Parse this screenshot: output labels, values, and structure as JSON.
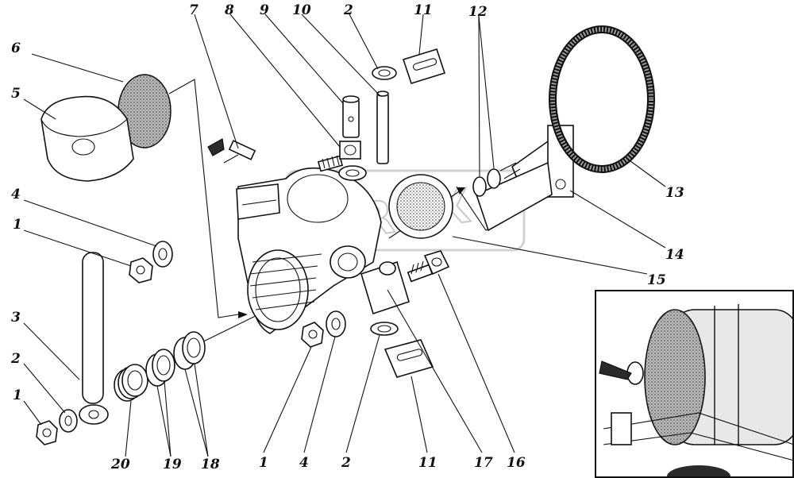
{
  "diagram": {
    "callouts": [
      {
        "id": "c1a",
        "text": "1"
      },
      {
        "id": "c1b",
        "text": "1"
      },
      {
        "id": "c1c",
        "text": "1"
      },
      {
        "id": "c2a",
        "text": "2"
      },
      {
        "id": "c2b",
        "text": "2"
      },
      {
        "id": "c2c",
        "text": "2"
      },
      {
        "id": "c3",
        "text": "3"
      },
      {
        "id": "c4a",
        "text": "4"
      },
      {
        "id": "c4b",
        "text": "4"
      },
      {
        "id": "c5",
        "text": "5"
      },
      {
        "id": "c6",
        "text": "6"
      },
      {
        "id": "c7",
        "text": "7"
      },
      {
        "id": "c8",
        "text": "8"
      },
      {
        "id": "c9",
        "text": "9"
      },
      {
        "id": "c10",
        "text": "10"
      },
      {
        "id": "c11a",
        "text": "11"
      },
      {
        "id": "c11b",
        "text": "11"
      },
      {
        "id": "c12",
        "text": "12"
      },
      {
        "id": "c13",
        "text": "13"
      },
      {
        "id": "c14",
        "text": "14"
      },
      {
        "id": "c15",
        "text": "15"
      },
      {
        "id": "c16",
        "text": "16"
      },
      {
        "id": "c17",
        "text": "17"
      },
      {
        "id": "c18",
        "text": "18"
      },
      {
        "id": "c19",
        "text": "19"
      },
      {
        "id": "c20",
        "text": "20"
      }
    ],
    "watermark": "OREX"
  }
}
